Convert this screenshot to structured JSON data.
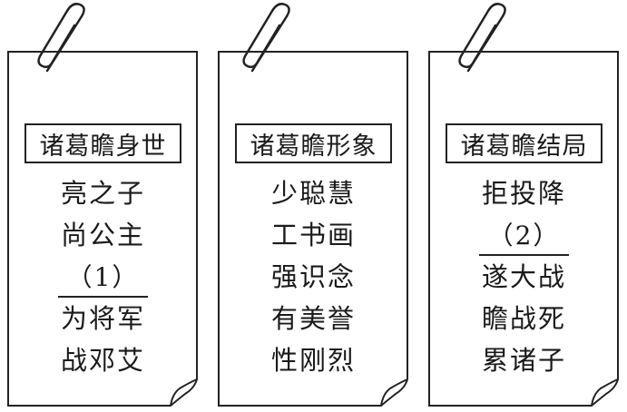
{
  "cards": [
    {
      "title": "诸葛瞻身世",
      "lines": [
        "亮之子",
        "尚公主",
        "（1）",
        "为将军",
        "战邓艾"
      ],
      "blank_index": 2
    },
    {
      "title": "诸葛瞻形象",
      "lines": [
        "少聪慧",
        "工书画",
        "强识念",
        "有美誉",
        "性刚烈"
      ],
      "blank_index": null
    },
    {
      "title": "诸葛瞻结局",
      "lines": [
        "拒投降",
        "（2）",
        "遂大战",
        "瞻战死",
        "累诸子"
      ],
      "blank_index": 1
    }
  ]
}
